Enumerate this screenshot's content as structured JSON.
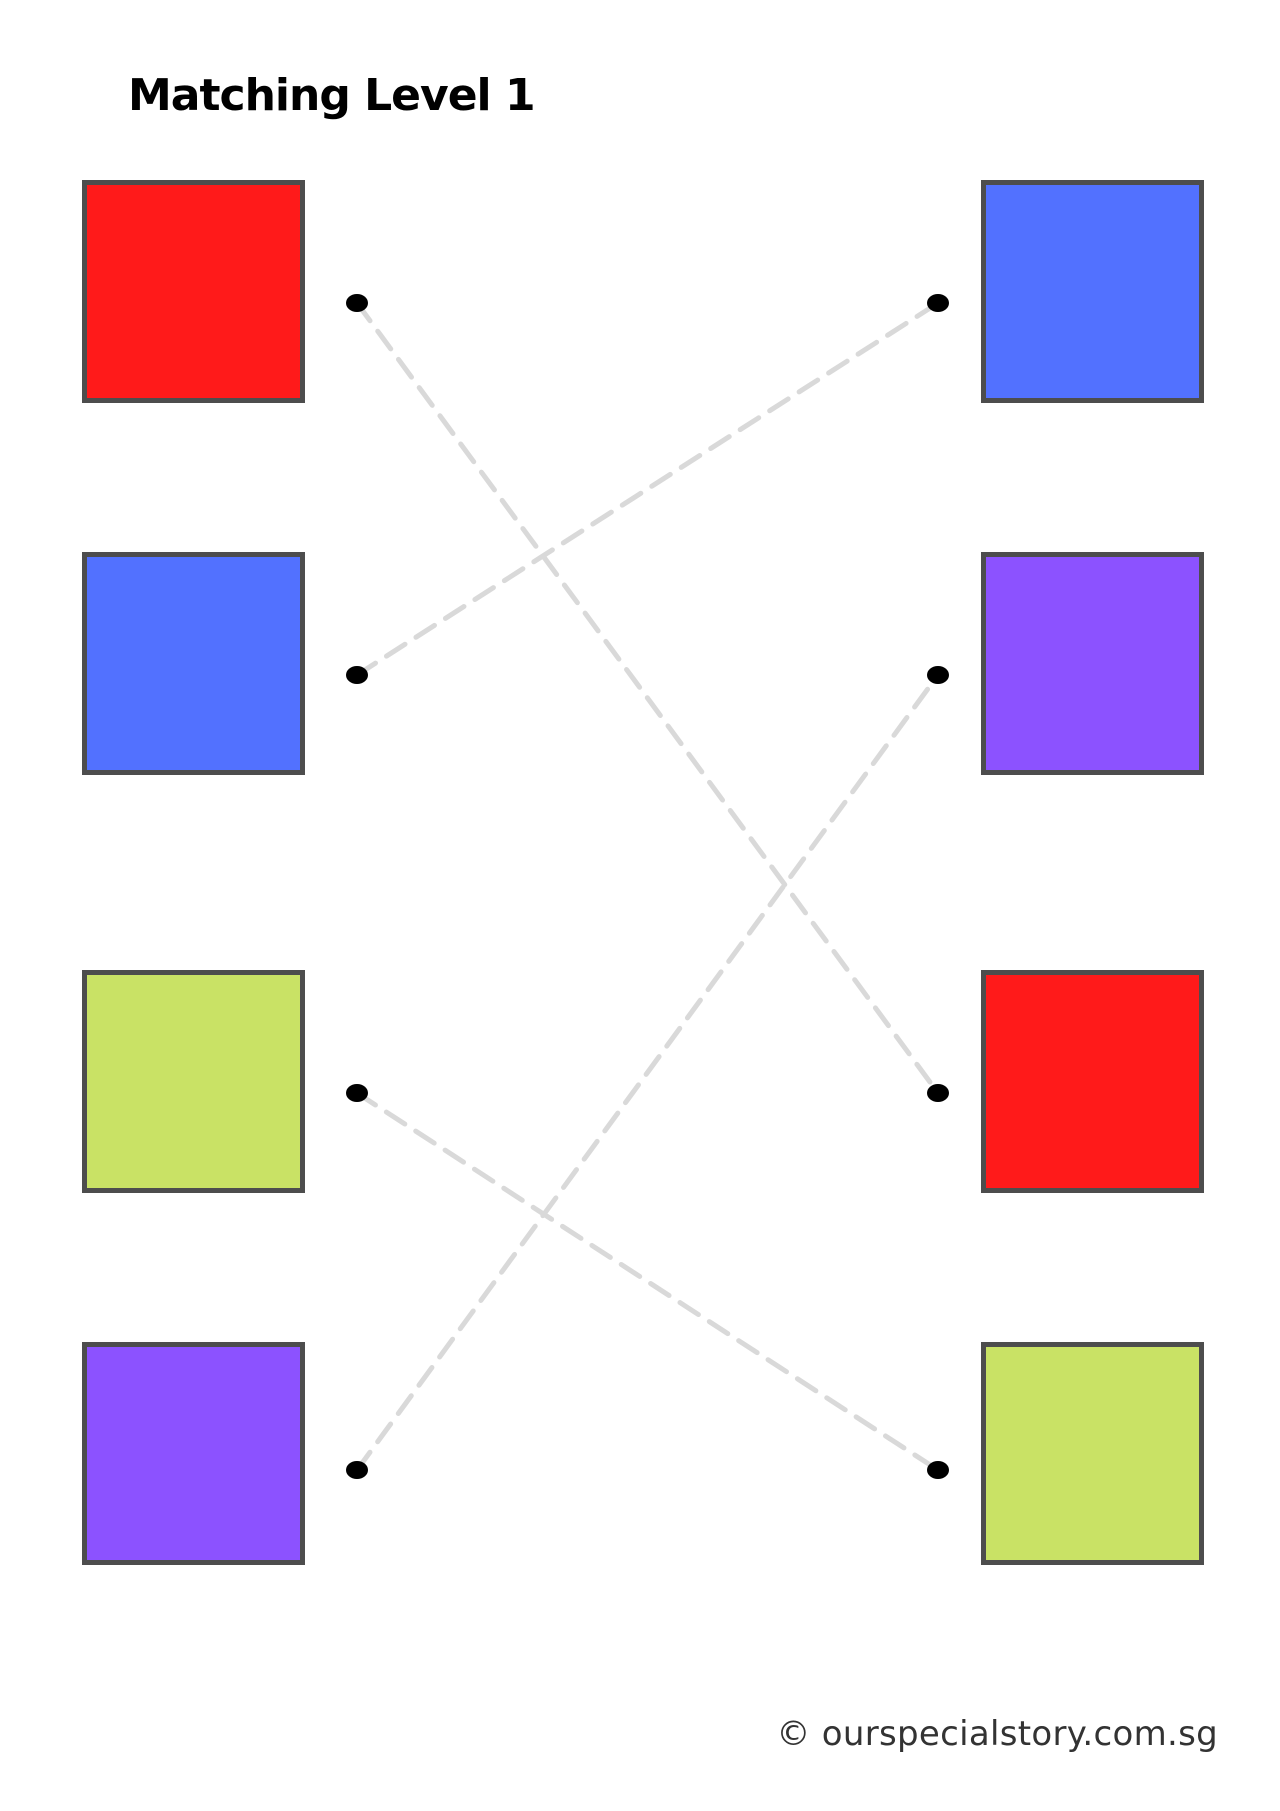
{
  "title": "Matching Level 1",
  "footer": "© ourspecialstory.com.sg",
  "colors": {
    "red": "#ff1a1a",
    "blue": "#5271ff",
    "purple": "#8c52ff",
    "green": "#c9e265",
    "border": "#4d4d4d",
    "dash": "#d9d9d9",
    "dot": "#000000"
  },
  "left_column": [
    "red",
    "blue",
    "green",
    "purple"
  ],
  "right_column": [
    "blue",
    "purple",
    "red",
    "green"
  ],
  "matches": [
    [
      0,
      2
    ],
    [
      1,
      0
    ],
    [
      2,
      3
    ],
    [
      3,
      1
    ]
  ]
}
